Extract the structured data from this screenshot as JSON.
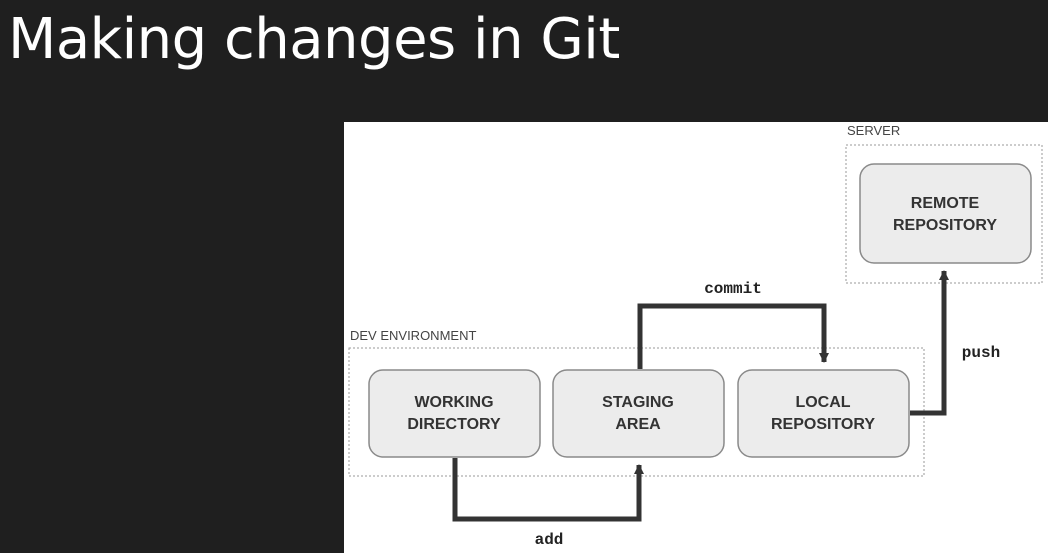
{
  "slide": {
    "title": "Making changes in Git"
  },
  "diagram": {
    "groups": {
      "server": "SERVER",
      "dev_environment": "DEV ENVIRONMENT"
    },
    "nodes": {
      "remote_repository": {
        "line1": "REMOTE",
        "line2": "REPOSITORY"
      },
      "working_directory": {
        "line1": "WORKING",
        "line2": "DIRECTORY"
      },
      "staging_area": {
        "line1": "STAGING",
        "line2": "AREA"
      },
      "local_repository": {
        "line1": "LOCAL",
        "line2": "REPOSITORY"
      }
    },
    "edges": {
      "add": "add",
      "commit": "commit",
      "push": "push"
    },
    "colors": {
      "slide_background": "#1f1f1f",
      "title_text": "#ffffff",
      "panel_background": "#ffffff",
      "node_fill": "#ececec",
      "node_border": "#8a8a8a",
      "arrow": "#333333",
      "group_border": "#9a9a9a"
    }
  }
}
